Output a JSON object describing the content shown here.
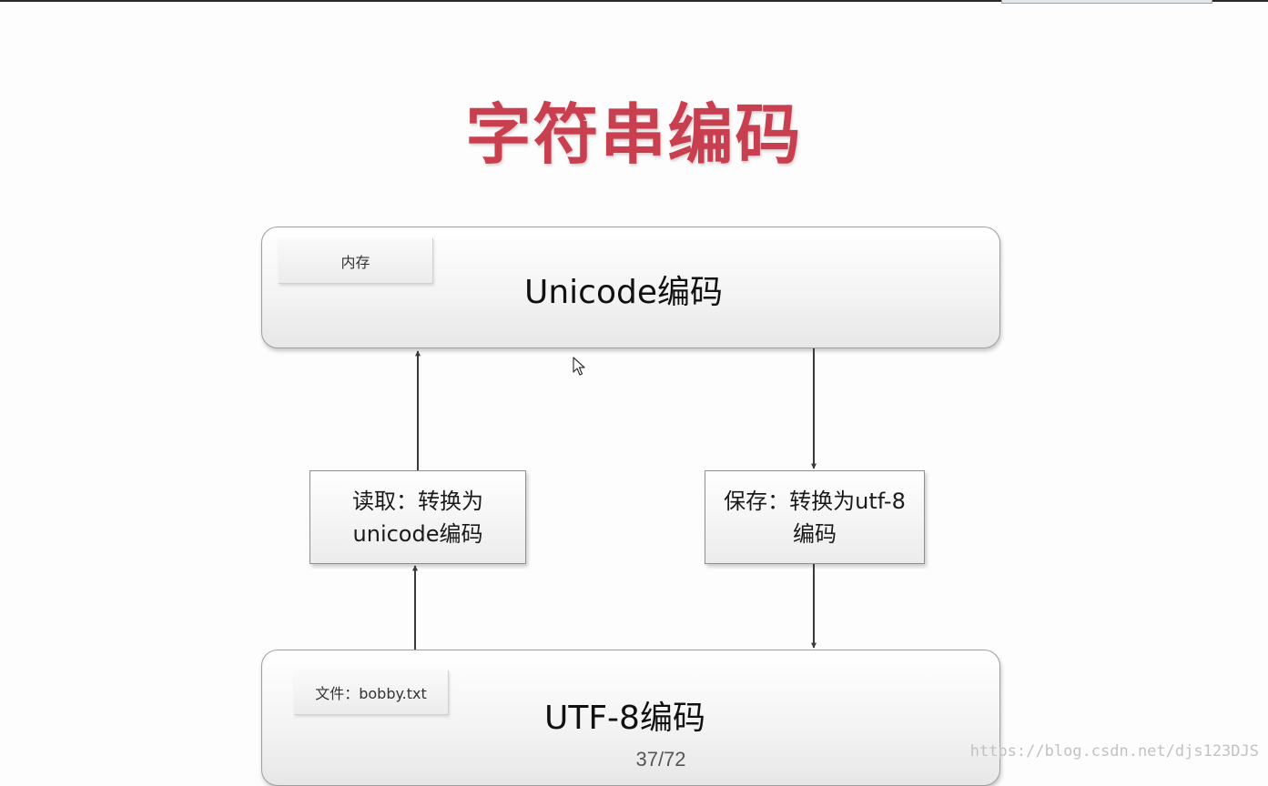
{
  "slide": {
    "title": "字符串编码",
    "page_number": "37/72",
    "watermark": "https://blog.csdn.net/djs123DJS",
    "title_color": "#c8404f"
  },
  "memory_band": {
    "tab_label": "内存",
    "text": "Unicode编码"
  },
  "file_band": {
    "tab_label": "文件：bobby.txt",
    "text": "UTF-8编码"
  },
  "read_step": {
    "line1": "读取：转换为",
    "line2": "unicode编码"
  },
  "save_step": {
    "line1": "保存：转换为utf-8",
    "line2": "编码"
  },
  "icons": {
    "cursor": "mouse-pointer-icon"
  }
}
